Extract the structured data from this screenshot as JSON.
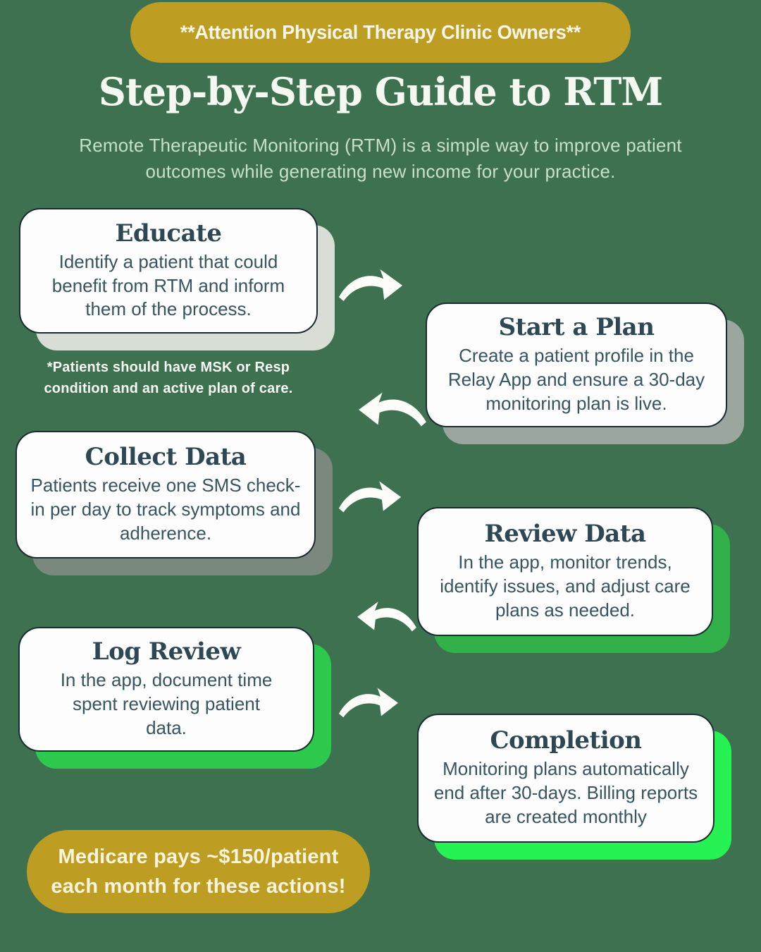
{
  "banner": {
    "label": "**Attention Physical Therapy Clinic Owners**",
    "background": "#bd9e22"
  },
  "header": {
    "title": "Step-by-Step Guide to RTM",
    "subtitle": "Remote Therapeutic Monitoring (RTM) is a simple way to improve patient outcomes while generating new income for your practice."
  },
  "steps": [
    {
      "title": "Educate",
      "body": "Identify a patient that could benefit from RTM and inform them of the process.",
      "shadow_color": "#d8ddd6"
    },
    {
      "title": "Start a Plan",
      "body": "Create a patient profile in the Relay App and ensure a 30-day monitoring plan is live.",
      "shadow_color": "#9ba69f"
    },
    {
      "title": "Collect Data",
      "body": "Patients receive one SMS check-in per day to track symptoms and adherence.",
      "shadow_color": "#7a887e"
    },
    {
      "title": "Review Data",
      "body": "In the app, monitor trends, identify issues, and adjust care plans as needed.",
      "shadow_color": "#32b14b"
    },
    {
      "title": "Log Review",
      "body": "In the app, document time spent reviewing patient data.",
      "shadow_color": "#2cc94c"
    },
    {
      "title": "Completion",
      "body": "Monitoring plans automatically end after 30-days. Billing reports are created monthly",
      "shadow_color": "#27f254"
    }
  ],
  "note": "*Patients should have MSK or Resp condition and an active plan of care.",
  "arrows": [
    {
      "direction": "right"
    },
    {
      "direction": "left"
    },
    {
      "direction": "right"
    },
    {
      "direction": "left"
    },
    {
      "direction": "right"
    }
  ],
  "footer": {
    "label": "Medicare pays ~$150/patient each month for these actions!",
    "background": "#bd9e22"
  },
  "palette": {
    "background": "#3d7150",
    "banner_gold": "#bd9e22",
    "card_white": "#fdfdfd",
    "card_border": "#1b2b31",
    "card_title": "#2d4854",
    "card_text": "#375461",
    "main_title": "#f4f8f0",
    "subtitle": "#c8dfc9",
    "note_text": "#f6faf3",
    "arrow_white": "#fcfdf9"
  }
}
